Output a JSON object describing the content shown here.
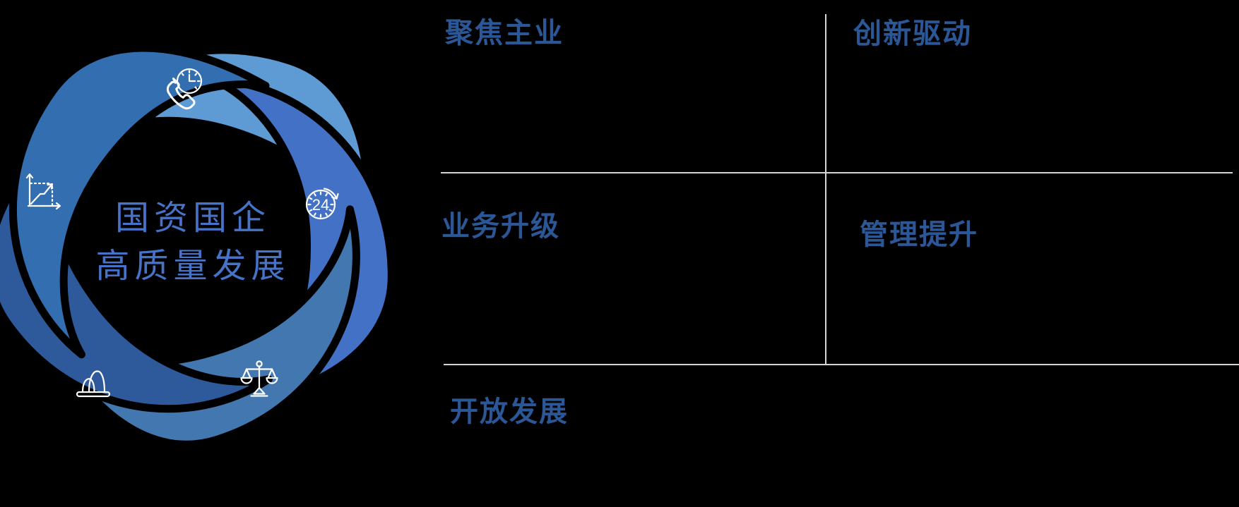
{
  "background_color": "#000000",
  "diagram": {
    "center_title": {
      "line1": "国资国企",
      "line2": "高质量发展",
      "color": "#4673C8"
    },
    "petals": [
      {
        "position": "top",
        "color": "#5E9AD3",
        "icon": "phone-clock-icon"
      },
      {
        "position": "right",
        "color": "#4271C6",
        "icon": "24-hour-clock-icon"
      },
      {
        "position": "bottom-right",
        "color": "#4377AF",
        "icon": "balance-scales-icon"
      },
      {
        "position": "bottom-left",
        "color": "#2E5A9C",
        "icon": "traffic-cone-icon"
      },
      {
        "position": "left",
        "color": "#336FB0",
        "icon": "growth-chart-icon"
      }
    ],
    "icon_labels": {
      "hour24": "24"
    }
  },
  "panel": {
    "heading_color": "#2C5797",
    "divider_color": "#D6D6D6",
    "cells": [
      {
        "id": "focus-main-business",
        "label": "聚焦主业"
      },
      {
        "id": "innovation-driven",
        "label": "创新驱动"
      },
      {
        "id": "business-upgrade",
        "label": "业务升级"
      },
      {
        "id": "management-improvement",
        "label": "管理提升"
      },
      {
        "id": "open-development",
        "label": "开放发展"
      }
    ]
  }
}
